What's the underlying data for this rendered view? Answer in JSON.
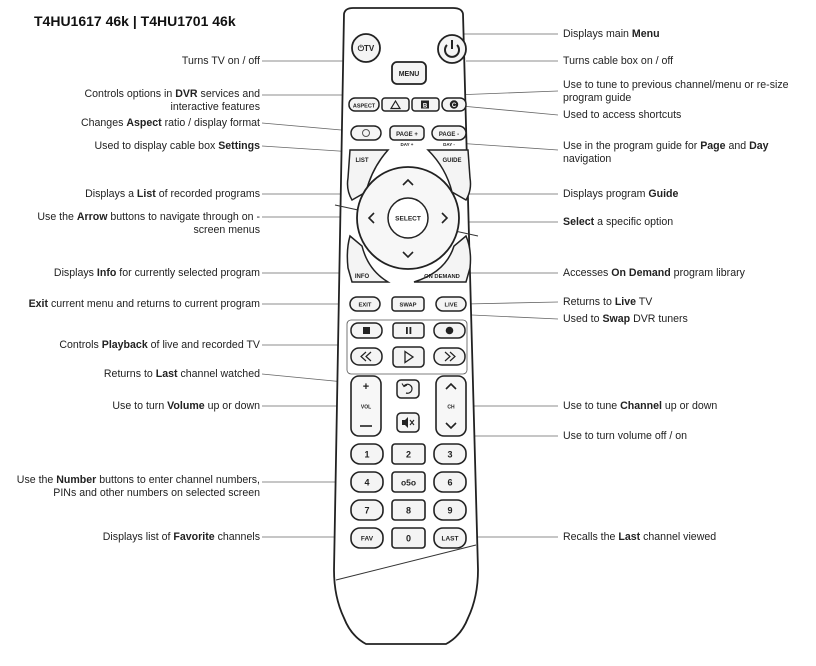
{
  "title": "T4HU1617 46k | T4HU1701 46k",
  "remote": {
    "tv_power": "⏻TV",
    "menu": "MENU",
    "aspect": "ASPECT",
    "shortcut_b": "B",
    "shortcut_c": "C",
    "page_plus": "PAGE +",
    "day_plus": "DAY +",
    "page_minus": "PAGE -",
    "day_minus": "DAY -",
    "list": "LIST",
    "guide": "GUIDE",
    "select": "SELECT",
    "info": "INFO",
    "on_demand": "ON DEMAND",
    "exit": "EXIT",
    "swap": "SWAP",
    "live": "LIVE",
    "vol": "VOL",
    "ch": "CH",
    "num1": "1",
    "num2": "2",
    "num3": "3",
    "num4": "4",
    "num5": "o5o",
    "num6": "6",
    "num7": "7",
    "num8": "8",
    "num9": "9",
    "fav": "FAV",
    "num0": "0",
    "last": "LAST"
  },
  "callouts_left": [
    {
      "pre": "Turns TV on / off",
      "bold": "",
      "post": ""
    },
    {
      "pre": "Controls options in ",
      "bold": "DVR",
      "post": " services and interactive features"
    },
    {
      "pre": "Changes ",
      "bold": "Aspect",
      "post": " ratio / display format"
    },
    {
      "pre": "Used to display cable box ",
      "bold": "Settings",
      "post": ""
    },
    {
      "pre": "Displays a ",
      "bold": "List",
      "post": " of recorded programs"
    },
    {
      "pre": "Use the ",
      "bold": "Arrow",
      "post": " buttons to navigate through on - screen menus"
    },
    {
      "pre": "Displays ",
      "bold": "Info",
      "post": " for currently selected program"
    },
    {
      "pre": "",
      "bold": "Exit",
      "post": " current menu and returns to current program"
    },
    {
      "pre": "Controls ",
      "bold": "Playback",
      "post": " of live and recorded TV"
    },
    {
      "pre": "Returns to ",
      "bold": "Last",
      "post": " channel watched"
    },
    {
      "pre": "Use to turn ",
      "bold": "Volume",
      "post": " up or down"
    },
    {
      "pre": "Use the ",
      "bold": "Number",
      "post": " buttons to enter channel numbers, PINs and other numbers on selected screen"
    },
    {
      "pre": "Displays list of ",
      "bold": "Favorite",
      "post": " channels"
    }
  ],
  "callouts_right": [
    {
      "pre": "Displays main ",
      "bold": "Menu",
      "post": ""
    },
    {
      "pre": "Turns cable box on / off",
      "bold": "",
      "post": ""
    },
    {
      "pre": "Use to tune to previous channel/menu or re-size program guide",
      "bold": "",
      "post": ""
    },
    {
      "pre": "Used to access shortcuts",
      "bold": "",
      "post": ""
    },
    {
      "pre": "Use in the program guide for ",
      "bold": "Page",
      "post": " and ",
      "bold2": "Day",
      "post2": " navigation"
    },
    {
      "pre": "Displays program ",
      "bold": "Guide",
      "post": ""
    },
    {
      "pre": "",
      "bold": "Select",
      "post": " a specific option"
    },
    {
      "pre": "Accesses ",
      "bold": "On Demand",
      "post": " program library"
    },
    {
      "pre": "Returns to ",
      "bold": "Live",
      "post": " TV"
    },
    {
      "pre": "Used to ",
      "bold": "Swap",
      "post": " DVR tuners"
    },
    {
      "pre": "Use to tune ",
      "bold": "Channel",
      "post": " up or down"
    },
    {
      "pre": "Use to turn volume off / on",
      "bold": "",
      "post": ""
    },
    {
      "pre": "Recalls the ",
      "bold": "Last",
      "post": " channel viewed"
    }
  ]
}
